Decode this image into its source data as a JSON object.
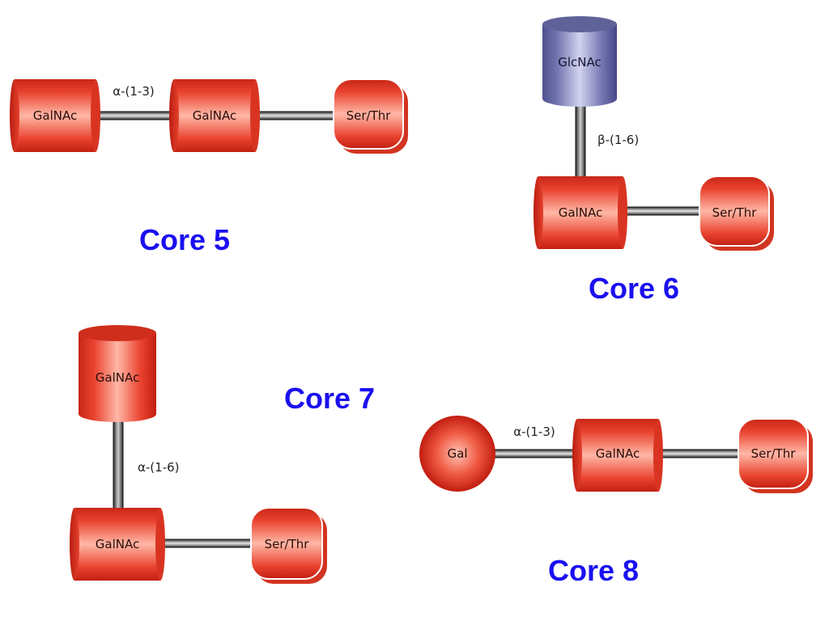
{
  "colors": {
    "sugar_red": "#e8432f",
    "sugar_blue": "#6c6ea8",
    "title_blue": "#1a0ff0"
  },
  "cores": {
    "core5": {
      "title": "Core 5",
      "nodes": [
        "GalNAc",
        "GalNAc",
        "Ser/Thr"
      ],
      "links": [
        "α-(1-3)"
      ]
    },
    "core6": {
      "title": "Core 6",
      "nodes": [
        "GlcNAc",
        "GalNAc",
        "Ser/Thr"
      ],
      "links": [
        "β-(1-6)"
      ]
    },
    "core7": {
      "title": "Core 7",
      "nodes": [
        "GalNAc",
        "GalNAc",
        "Ser/Thr"
      ],
      "links": [
        "α-(1-6)"
      ]
    },
    "core8": {
      "title": "Core 8",
      "nodes": [
        "Gal",
        "GalNAc",
        "Ser/Thr"
      ],
      "links": [
        "α-(1-3)"
      ]
    }
  }
}
